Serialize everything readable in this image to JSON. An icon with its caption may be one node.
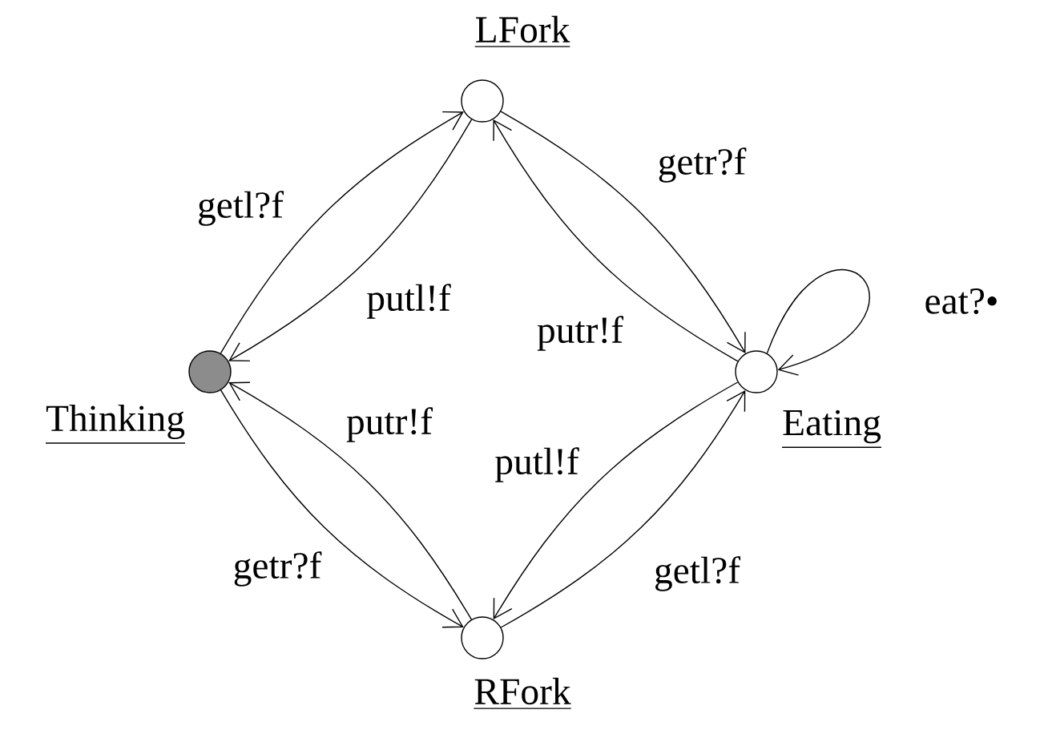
{
  "diagram": {
    "nodes": [
      {
        "text": [],
        "shape": "circle",
        "beside": [
          "LFork"
        ]
      },
      {
        "text": [],
        "shape": "circle",
        "beside": [
          "Thinking"
        ]
      },
      {
        "text": [],
        "shape": "circle",
        "beside": [
          "Eating"
        ]
      },
      {
        "text": [],
        "shape": "circle",
        "beside": [
          "RFork"
        ]
      }
    ],
    "edges": [
      {
        "from": 1,
        "to": 0,
        "arrow": "to",
        "label": "getl?f"
      },
      {
        "from": 0,
        "to": 1,
        "arrow": "to",
        "label": "putl!f"
      },
      {
        "from": 0,
        "to": 2,
        "arrow": "to",
        "label": "getr?f"
      },
      {
        "from": 2,
        "to": 0,
        "arrow": "to",
        "label": "putr!f"
      },
      {
        "from": 2,
        "to": 2,
        "arrow": "to",
        "label": "eat?•"
      },
      {
        "from": 1,
        "to": 3,
        "arrow": "to",
        "label": "getr?f"
      },
      {
        "from": 3,
        "to": 1,
        "arrow": "to",
        "label": "putr!f"
      },
      {
        "from": 3,
        "to": 2,
        "arrow": "to",
        "label": "getl?f"
      },
      {
        "from": 2,
        "to": 3,
        "arrow": "to",
        "label": "putl!f"
      }
    ]
  }
}
